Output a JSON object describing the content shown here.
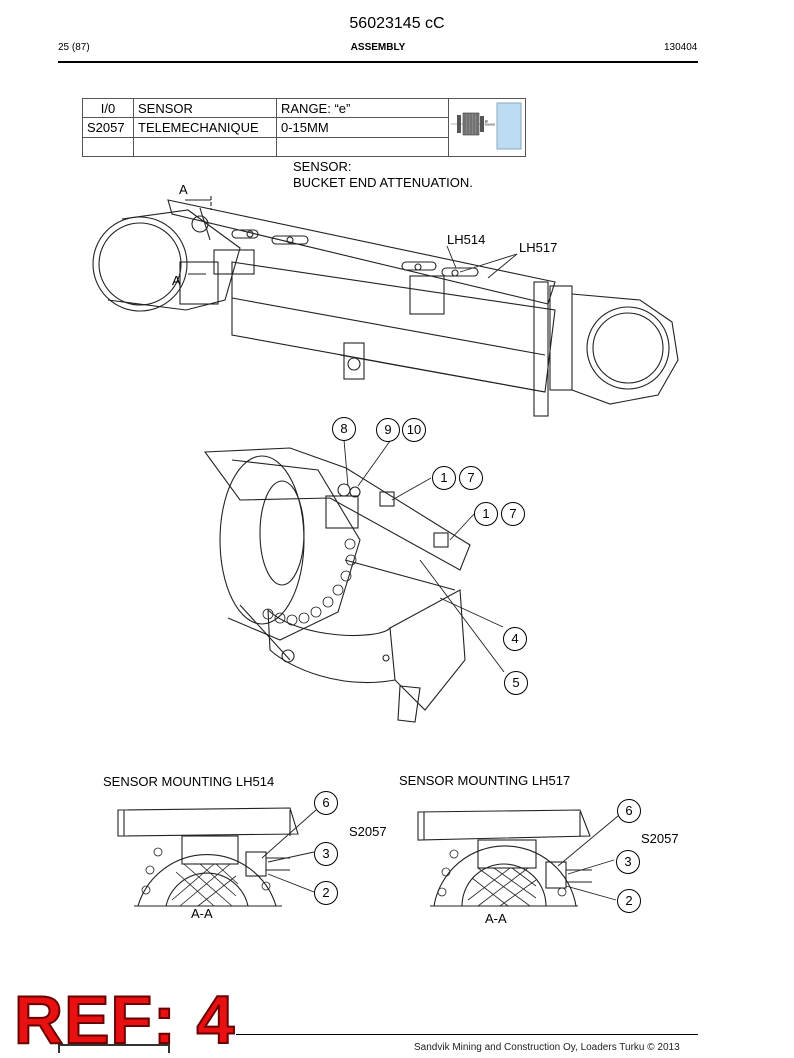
{
  "header": {
    "doc_number": "56023145 cC",
    "page": "25 (87)",
    "section": "ASSEMBLY",
    "date": "130404"
  },
  "table": {
    "headers": [
      "I/0",
      "SENSOR",
      "RANGE: “e”"
    ],
    "rows": [
      [
        "S2057",
        "TELEMECHANIQUE",
        "0-15MM"
      ]
    ]
  },
  "drawing": {
    "sensor_note_line1": "SENSOR:",
    "sensor_note_line2": "BUCKET END ATTENUATION.",
    "section_marker": "A",
    "lh514": "LH514",
    "lh517": "LH517",
    "callouts_main": [
      "8",
      "9",
      "10",
      "1",
      "7",
      "1",
      "7",
      "4",
      "5"
    ]
  },
  "mounting_left": {
    "title": "SENSOR MOUNTING LH514",
    "sensor_id": "S2057",
    "section_label": "A-A",
    "callouts": [
      "6",
      "3",
      "2"
    ]
  },
  "mounting_right": {
    "title": "SENSOR MOUNTING LH517",
    "sensor_id": "S2057",
    "section_label": "A-A",
    "callouts": [
      "6",
      "3",
      "2"
    ]
  },
  "stamp": {
    "text": "REF: 4"
  },
  "footer": {
    "text": "Sandvik Mining and Construction Oy, Loaders Turku © 2013"
  }
}
